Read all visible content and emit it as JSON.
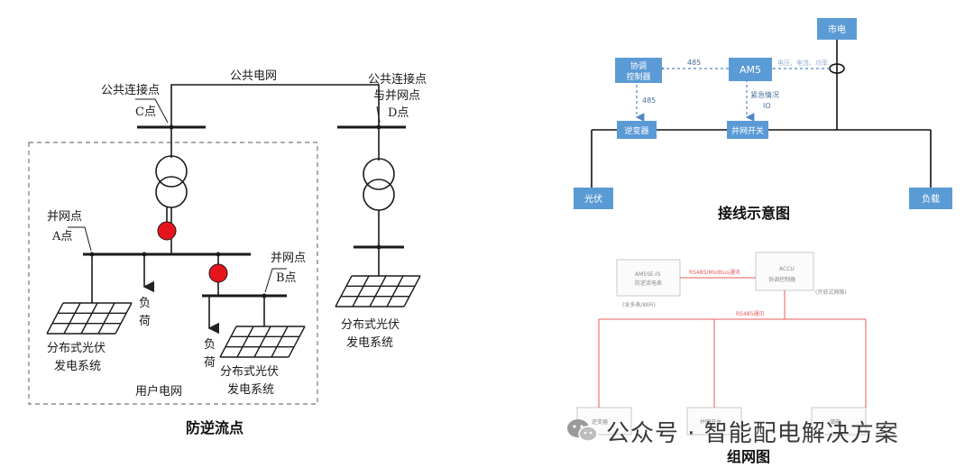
{
  "left_diagram": {
    "caption": "防逆流点",
    "public_grid": "公共电网",
    "pcc_c": [
      "公共连接点",
      "C点"
    ],
    "pcc_d": [
      "公共连接点",
      "与并网点",
      "D点"
    ],
    "grid_point_a": [
      "并网点",
      "A点"
    ],
    "grid_point_b": [
      "并网点",
      "B点"
    ],
    "load1": [
      "负",
      "荷"
    ],
    "load2": [
      "负",
      "荷"
    ],
    "pv1": [
      "分布式光伏",
      "发电系统"
    ],
    "pv2": [
      "分布式光伏",
      "发电系统"
    ],
    "pv3": [
      "分布式光伏",
      "发电系统"
    ],
    "user_grid": "用户电网",
    "colors": {
      "breaker": "#e8141b",
      "line": "#1a1a1a",
      "dash": "#777777"
    }
  },
  "wiring_diagram": {
    "caption": "接线示意图",
    "mains": "市电",
    "am5": "AM5",
    "coordinator": [
      "协调",
      "控制器"
    ],
    "inverter": "逆变器",
    "grid_switch": "并网开关",
    "pv": "光伏",
    "load": "负载",
    "label_485_top": "485",
    "label_485_mid": "485",
    "emergency": [
      "紧急情况",
      "IO"
    ],
    "sense": "电压、电流、功率",
    "colors": {
      "box": "#5b9bd5",
      "box_text": "#ffffff",
      "dotted": "#4f86c6"
    }
  },
  "network_diagram": {
    "caption": "组网图",
    "device1": [
      "AM5SE-IS",
      "防逆流电表"
    ],
    "device1_note": "(含多表/WiFi)",
    "device2": [
      "ACCU",
      "协调控制器"
    ],
    "device2_note": "(开放式网络)",
    "link_label": "RS485/Modbus通讯",
    "bus_label": "RS485通讯",
    "bottom1": "逆变器",
    "bottom2": "并网开关",
    "bottom3": "储能"
  },
  "watermark": {
    "text": "公众号 · 智能配电解决方案",
    "icon": "wechat-icon"
  }
}
